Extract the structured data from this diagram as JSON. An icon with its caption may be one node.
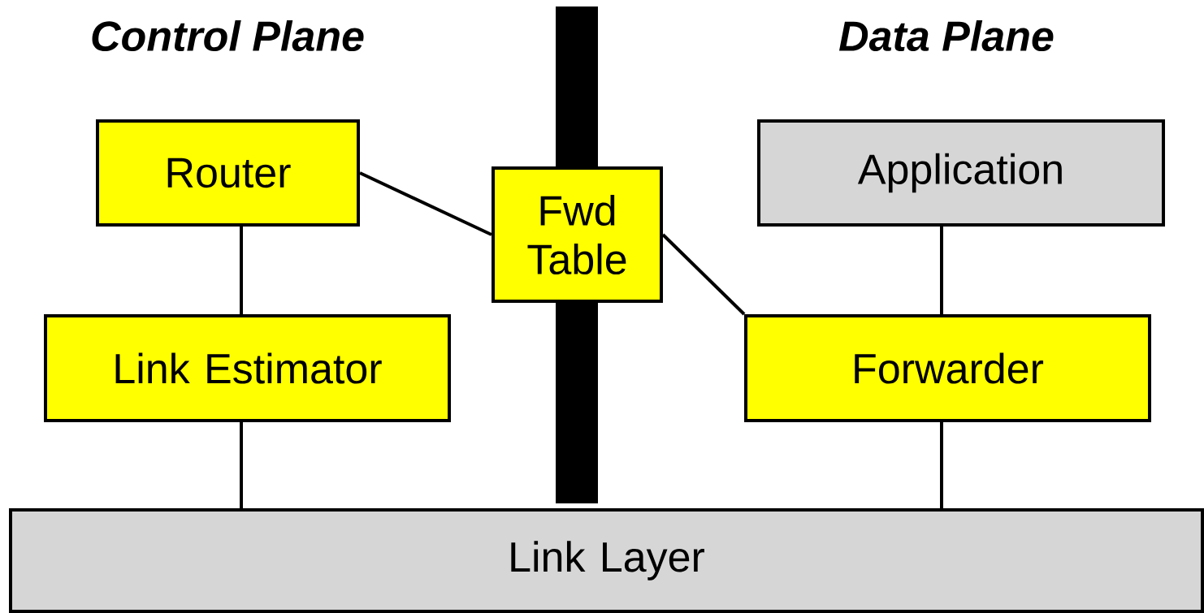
{
  "diagram": {
    "nodes": [
      {
        "text": [
          "Router"
        ]
      },
      {
        "text": [
          "Link Estimator"
        ]
      },
      {
        "text": [
          "Fwd Table"
        ]
      },
      {
        "text": [
          "Application"
        ]
      },
      {
        "text": [
          "Forwarder"
        ]
      },
      {
        "text": [
          "Link Layer"
        ]
      },
      {
        "text": [],
        "shape": "bar"
      },
      {
        "text": [],
        "shape": "bar"
      }
    ],
    "edges": [
      {
        "from": 0,
        "to": 2,
        "arrow": "none"
      },
      {
        "from": 0,
        "to": 1,
        "arrow": "none"
      },
      {
        "from": 1,
        "to": 5,
        "arrow": "none"
      },
      {
        "from": 2,
        "to": 4,
        "arrow": "none"
      },
      {
        "from": 3,
        "to": 4,
        "arrow": "none"
      },
      {
        "from": 4,
        "to": 5,
        "arrow": "none"
      }
    ],
    "labels": [
      "Control Plane",
      "Data Plane"
    ]
  }
}
